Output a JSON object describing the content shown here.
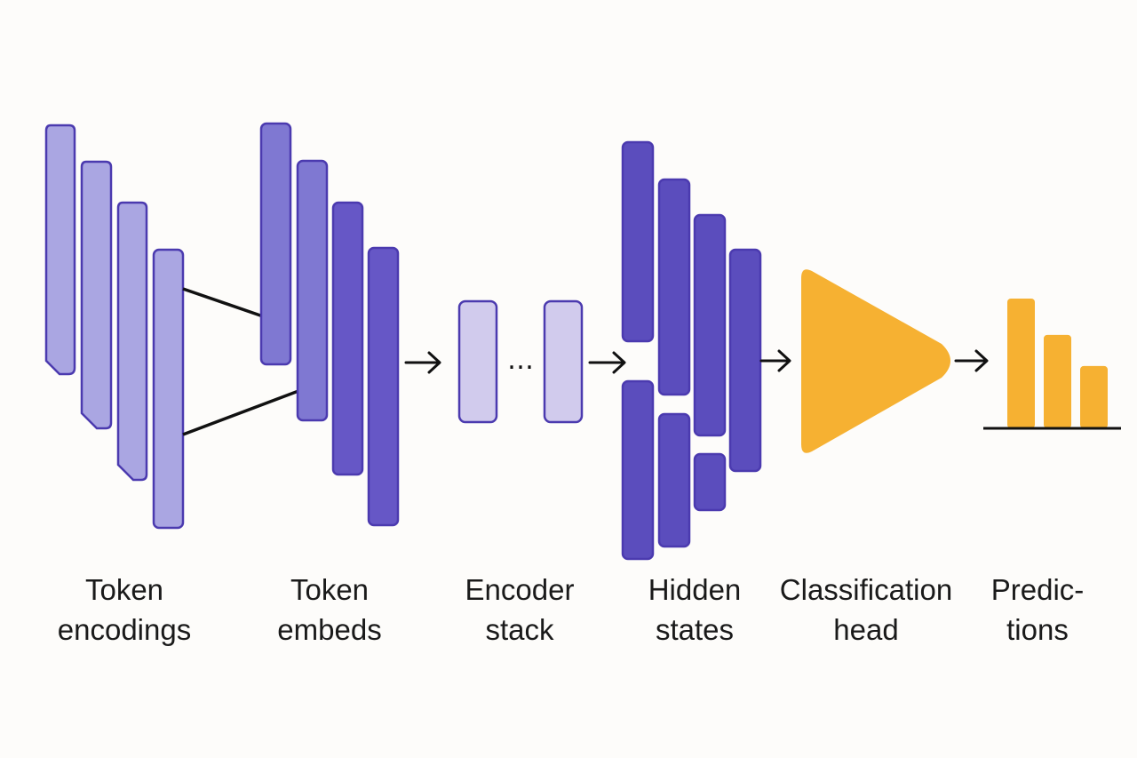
{
  "colors": {
    "outline": "#4b3aaf",
    "token_encoding_fill": "#aaa6e2",
    "token_embed_fill": "#7f78d2",
    "token_embed_fill_dark": "#6657c6",
    "encoder_fill": "#d1cbed",
    "hidden_state_fill": "#5b4dbd",
    "head_fill": "#f6b132",
    "connector": "#111111",
    "text": "#1a1a1a"
  },
  "stages": [
    {
      "id": "token-encodings",
      "line1": "Token",
      "line2": "encodings"
    },
    {
      "id": "token-embeds",
      "line1": "Token",
      "line2": "embeds"
    },
    {
      "id": "encoder-stack",
      "line1": "Encoder",
      "line2": "stack"
    },
    {
      "id": "hidden-states",
      "line1": "Hidden",
      "line2": "states"
    },
    {
      "id": "classification-head",
      "line1": "Classification",
      "line2": "head"
    },
    {
      "id": "predictions",
      "line1": "Predic-",
      "line2": "tions"
    }
  ],
  "encoder_ellipsis": "…",
  "predictions": {
    "bar_heights_relative": [
      1.0,
      0.72,
      0.48
    ]
  }
}
